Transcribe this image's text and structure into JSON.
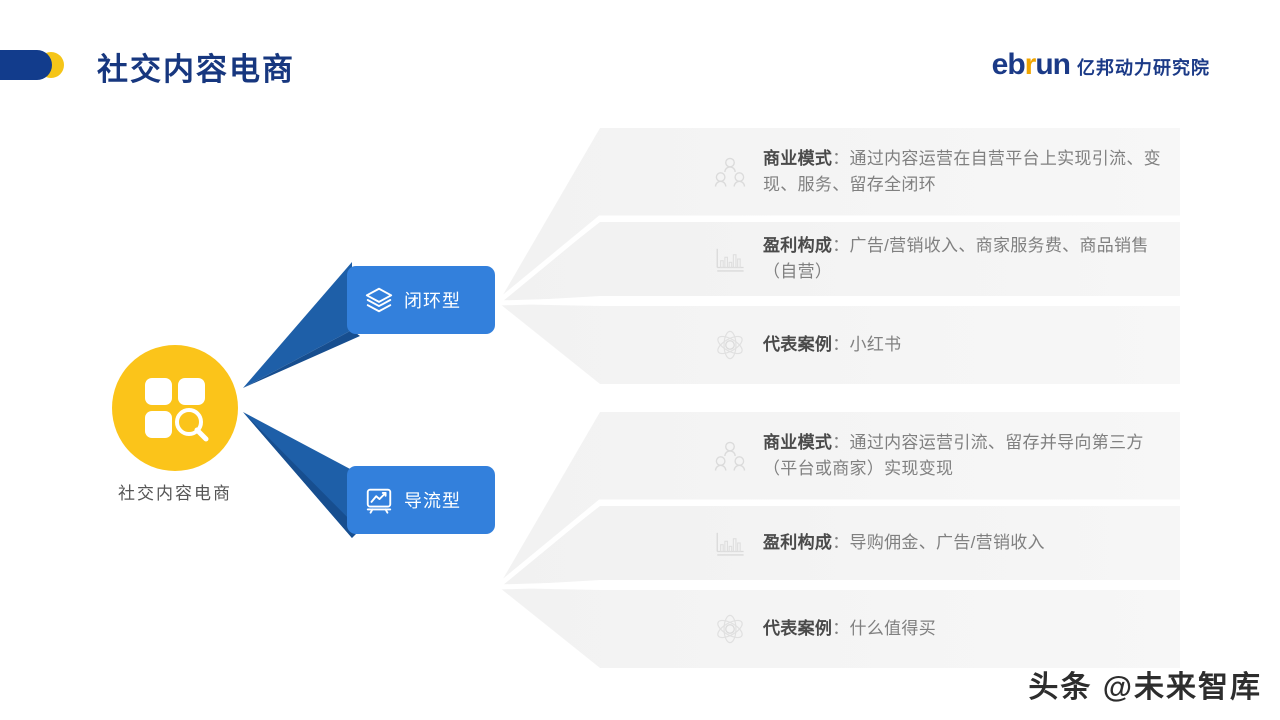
{
  "header": {
    "title": "社交内容电商",
    "deco_bar_color": "#123C8C",
    "deco_dot_color": "#F5C518",
    "title_color": "#17377F"
  },
  "logo": {
    "word_part1": "eb",
    "word_accent": "r",
    "word_part2": "un",
    "cn_text": "亿邦动力研究院",
    "brand_color": "#1B3A87",
    "accent_color": "#F0A500"
  },
  "diagram": {
    "root": {
      "label": "社交内容电商",
      "icon": "grid-search-icon",
      "color": "#FBC41A"
    },
    "branches": [
      {
        "label": "闭环型",
        "icon": "layers-icon",
        "color": "#3380DC",
        "connector_color": "#1F5FA8",
        "cards": [
          {
            "icon": "network-people-icon",
            "title": "商业模式",
            "separator": "：",
            "body": "通过内容运营在自营平台上实现引流、变现、服务、留存全闭环"
          },
          {
            "icon": "bar-chart-icon",
            "title": "盈利构成",
            "separator": "：",
            "body": "广告/营销收入、商家服务费、商品销售（自营）"
          },
          {
            "icon": "molecule-icon",
            "title": "代表案例",
            "separator": "：",
            "body": "小红书"
          }
        ]
      },
      {
        "label": "导流型",
        "icon": "chart-board-icon",
        "color": "#3380DC",
        "connector_color": "#1F5FA8",
        "cards": [
          {
            "icon": "network-people-icon",
            "title": "商业模式",
            "separator": "：",
            "body": "通过内容运营引流、留存并导向第三方（平台或商家）实现变现"
          },
          {
            "icon": "bar-chart-icon",
            "title": "盈利构成",
            "separator": "：",
            "body": "导购佣金、广告/营销收入"
          },
          {
            "icon": "molecule-icon",
            "title": "代表案例",
            "separator": "：",
            "body": "什么值得买"
          }
        ]
      }
    ]
  },
  "watermark": {
    "text": "头条 @未来智库"
  }
}
